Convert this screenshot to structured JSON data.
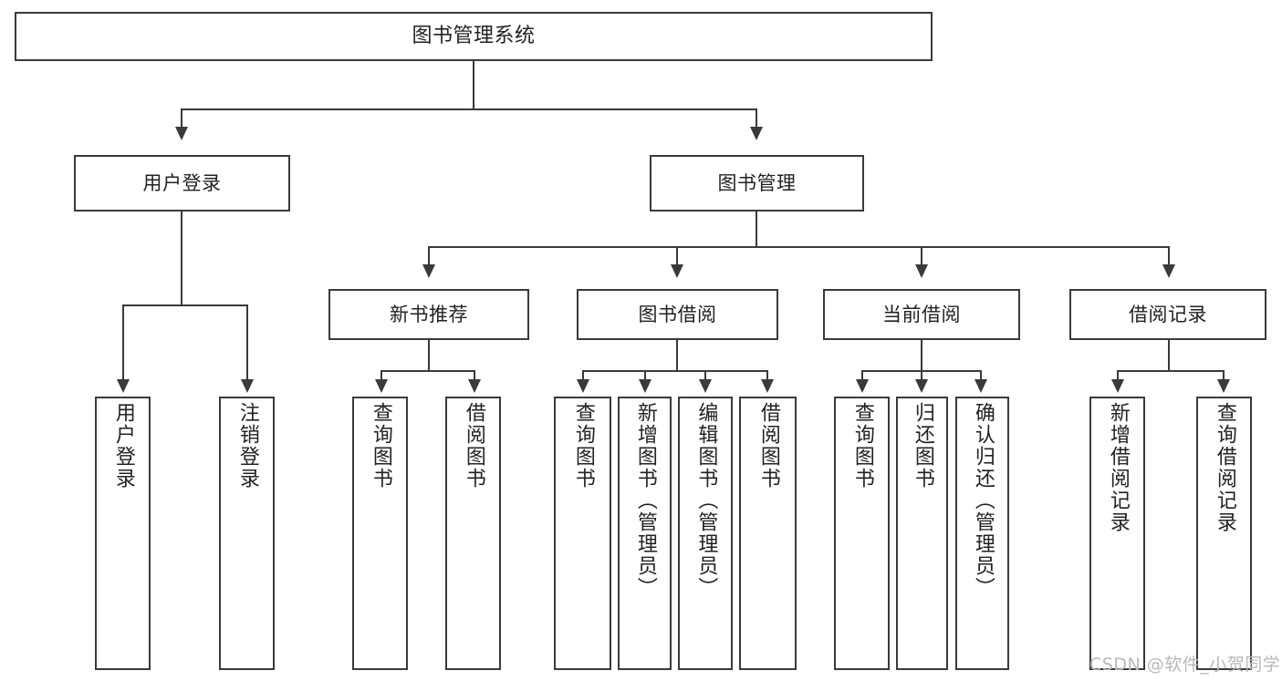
{
  "diagram": {
    "title": "图书管理系统",
    "type": "tree-hierarchy-chart",
    "watermark": "CSDN @软件_小贺同学",
    "colors": {
      "border": "#3a3a3a",
      "text": "#222222",
      "background": "#ffffff",
      "watermark": "#b9b9b9"
    },
    "levels": {
      "level0": [
        {
          "id": "root",
          "label": "图书管理系统"
        }
      ],
      "level1": [
        {
          "id": "user-login",
          "label": "用户登录"
        },
        {
          "id": "book-manage",
          "label": "图书管理"
        }
      ],
      "level2": [
        {
          "id": "new-book-recommend",
          "label": "新书推荐"
        },
        {
          "id": "book-borrow",
          "label": "图书借阅"
        },
        {
          "id": "current-borrow",
          "label": "当前借阅"
        },
        {
          "id": "borrow-record",
          "label": "借阅记录"
        }
      ],
      "level3": [
        {
          "id": "leaf-user-login",
          "label": "用户登录",
          "parent": "user-login"
        },
        {
          "id": "leaf-logout-login",
          "label": "注销登录",
          "parent": "user-login"
        },
        {
          "id": "leaf-query-book-1",
          "label": "查询图书",
          "parent": "new-book-recommend"
        },
        {
          "id": "leaf-borrow-book-1",
          "label": "借阅图书",
          "parent": "new-book-recommend"
        },
        {
          "id": "leaf-query-book-2",
          "label": "查询图书",
          "parent": "book-borrow"
        },
        {
          "id": "leaf-add-book",
          "label": "新增图书（管理员）",
          "parent": "book-borrow"
        },
        {
          "id": "leaf-edit-book",
          "label": "编辑图书（管理员）",
          "parent": "book-borrow"
        },
        {
          "id": "leaf-borrow-book-2",
          "label": "借阅图书",
          "parent": "book-borrow"
        },
        {
          "id": "leaf-query-book-3",
          "label": "查询图书",
          "parent": "current-borrow"
        },
        {
          "id": "leaf-return-book",
          "label": "归还图书",
          "parent": "current-borrow"
        },
        {
          "id": "leaf-confirm-return",
          "label": "确认归还（管理员）",
          "parent": "current-borrow"
        },
        {
          "id": "leaf-add-record",
          "label": "新增借阅记录",
          "parent": "borrow-record"
        },
        {
          "id": "leaf-query-record",
          "label": "查询借阅记录",
          "parent": "borrow-record"
        }
      ]
    }
  }
}
